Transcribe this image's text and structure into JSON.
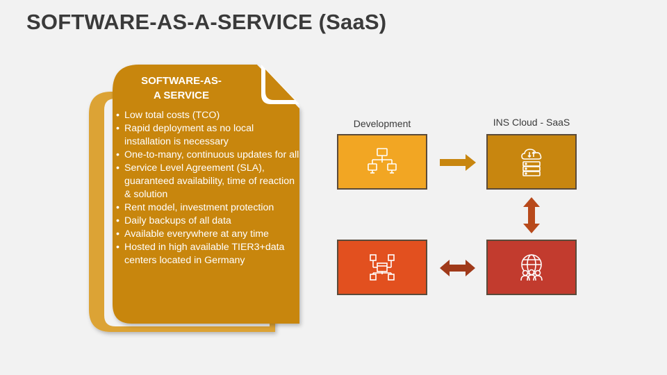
{
  "title": "SOFTWARE-AS-A-SERVICE (SaaS)",
  "document": {
    "heading_line1": "SOFTWARE-AS-",
    "heading_line2": "A SERVICE",
    "bullets": [
      "Low total costs (TCO)",
      "Rapid deployment as no local installation is necessary",
      "One-to-many, continuous updates for all",
      "Service Level Agreement (SLA), guaranteed availability, time of reaction & solution",
      "Rent model, investment protection",
      "Daily backups of all data",
      "Available everywhere at any time",
      "Hosted in high available TIER3+data centers located in Germany"
    ]
  },
  "flow": {
    "development_label": "Development",
    "cloud_label": "INS Cloud - SaaS",
    "boxes": [
      {
        "id": "development",
        "icon": "network-computers-icon",
        "color": "#f2a623"
      },
      {
        "id": "cloud",
        "icon": "cloud-server-icon",
        "color": "#c8860f"
      },
      {
        "id": "users",
        "icon": "globe-users-icon",
        "color": "#c23b2e"
      },
      {
        "id": "structure",
        "icon": "hierarchy-boxes-icon",
        "color": "#e2501f"
      }
    ]
  },
  "colors": {
    "doc_front": "#c8860f",
    "doc_back": "#dca335",
    "arrow_right": "#c8860f",
    "arrow_vertical": "#b84a1c",
    "arrow_horizontal": "#a03a1a"
  }
}
